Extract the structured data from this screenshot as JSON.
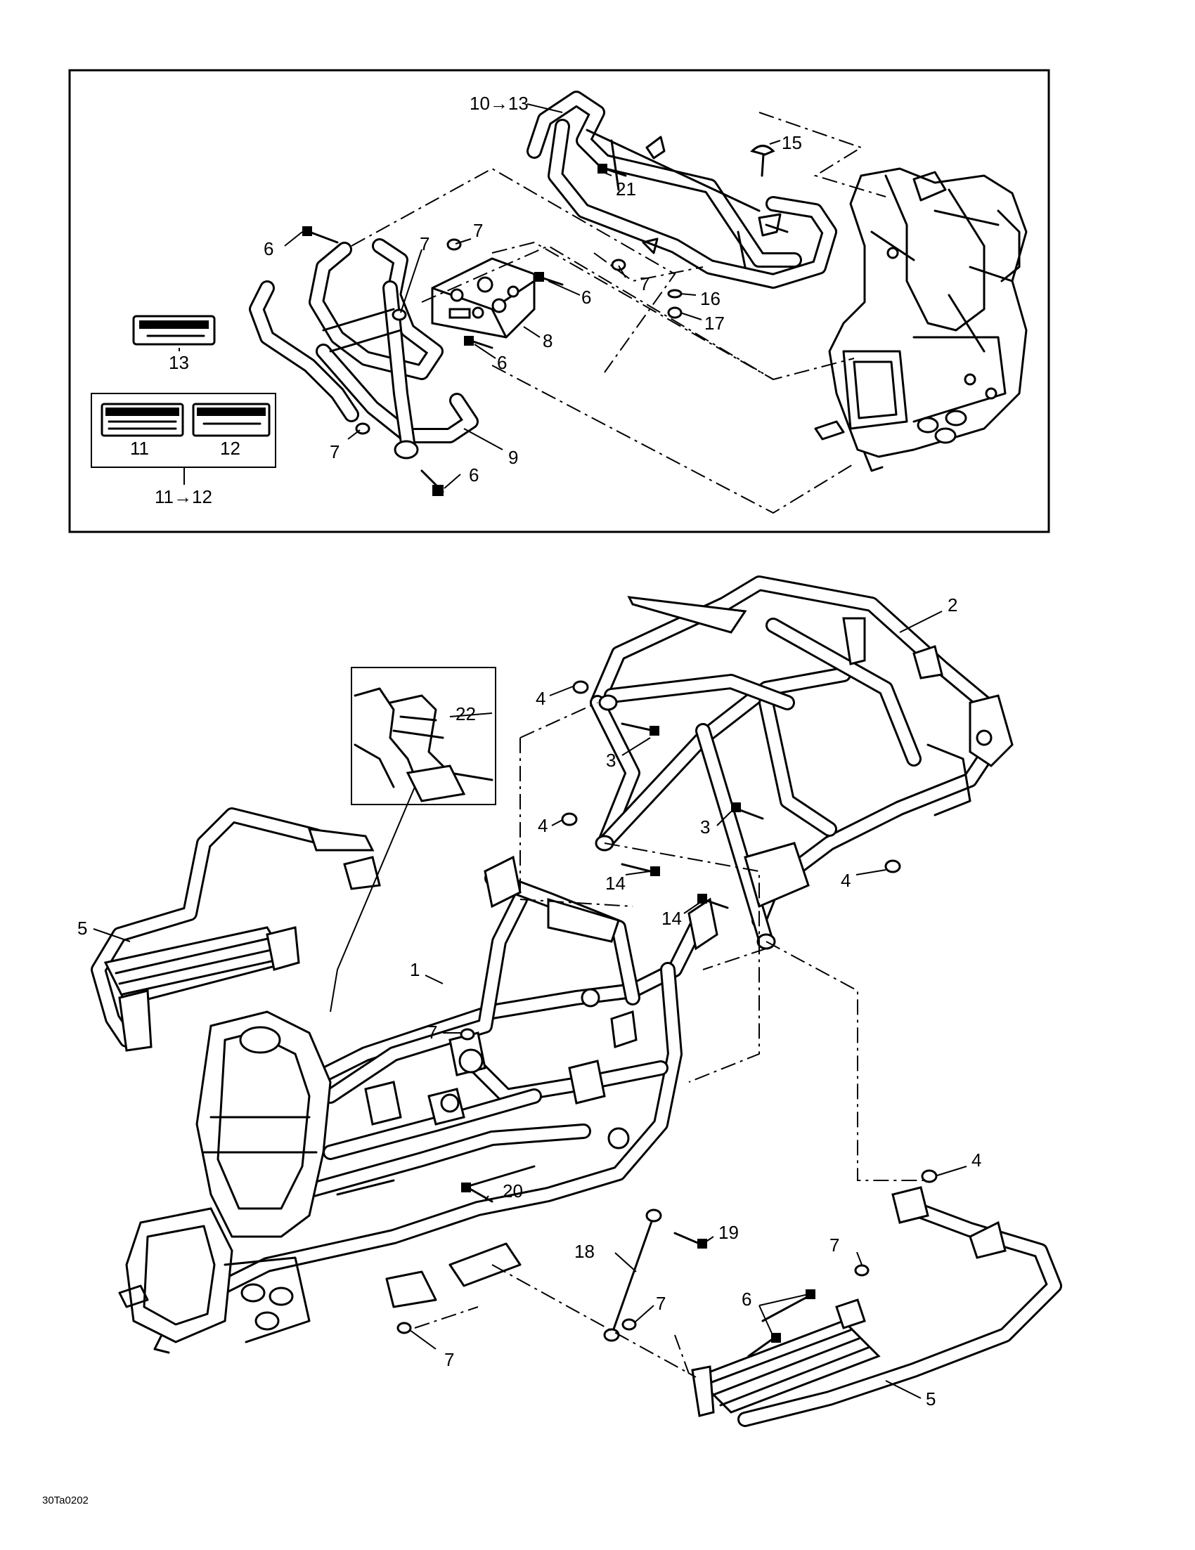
{
  "drawing_code": "30Ta0202",
  "callouts": {
    "top": {
      "c10_13": "10→13",
      "c15": "15",
      "c21": "21",
      "c6a": "6",
      "c7a": "7",
      "c7b": "7",
      "c6b": "6",
      "c7c": "7",
      "c16": "16",
      "c17": "17",
      "c8": "8",
      "c6c": "6",
      "c13": "13",
      "c11": "11",
      "c12": "12",
      "c11_12": "11→12",
      "c7d": "7",
      "c9": "9",
      "c6d": "6"
    },
    "bottom": {
      "c2": "2",
      "c22": "22",
      "c4a": "4",
      "c3a": "3",
      "c4b": "4",
      "c3b": "3",
      "c14a": "14",
      "c4c": "4",
      "c14b": "14",
      "c5a": "5",
      "c1": "1",
      "c7a": "7",
      "c20": "20",
      "c4d": "4",
      "c19": "19",
      "c18": "18",
      "c7b": "7",
      "c7c": "7",
      "c6": "6",
      "c7d": "7",
      "c5b": "5"
    }
  }
}
